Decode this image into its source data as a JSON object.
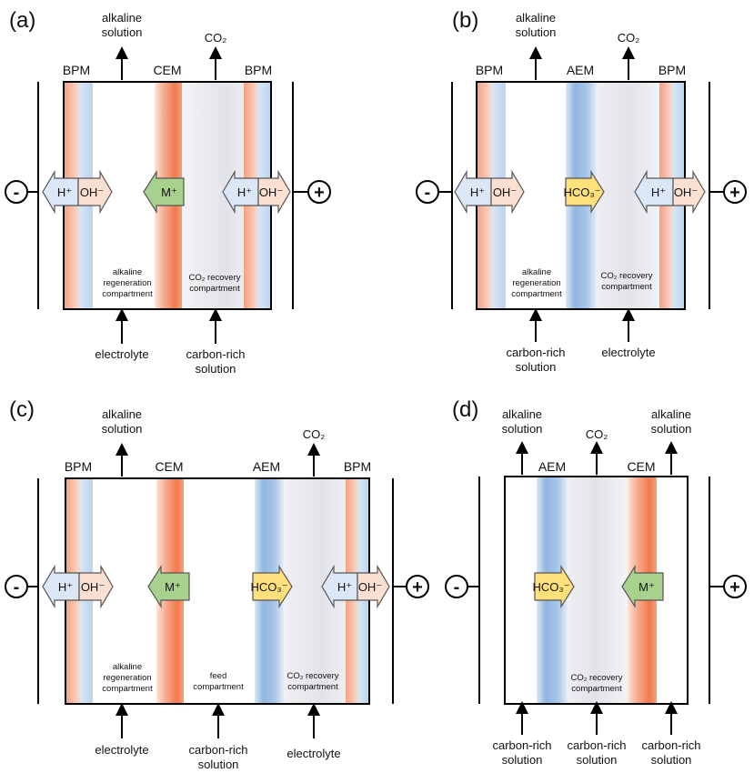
{
  "colors": {
    "bpm_red": "#f4a58a",
    "bpm_blue": "#c9ddf2",
    "cem": "#f27a4d",
    "aem": "#8fb6e0",
    "proton_fill": "#dbe7f6",
    "hydroxide_fill": "#fbe0d2",
    "cation_fill": "#a9d18e",
    "bicarbonate_fill": "#ffe07a"
  },
  "icons": {
    "cathode": "minus-electrode-icon",
    "anode": "plus-electrode-icon"
  },
  "panels": [
    {
      "label": "(a)",
      "membranes": [
        "BPM",
        "CEM",
        "BPM"
      ],
      "outputs": [
        {
          "lines": [
            "alkaline",
            "solution"
          ]
        },
        {
          "lines": [
            "CO₂"
          ]
        }
      ],
      "inputs": [
        {
          "lines": [
            "electrolyte"
          ]
        },
        {
          "lines": [
            "carbon-rich",
            "solution"
          ]
        }
      ],
      "compartments": [
        {
          "lines": [
            "alkaline",
            "regeneration",
            "compartment"
          ]
        },
        {
          "lines": [
            "CO₂ recovery",
            "compartment"
          ]
        }
      ],
      "ions": [
        "H⁺",
        "OH⁻",
        "M⁺",
        "H⁺",
        "OH⁻"
      ]
    },
    {
      "label": "(b)",
      "membranes": [
        "BPM",
        "AEM",
        "BPM"
      ],
      "outputs": [
        {
          "lines": [
            "alkaline",
            "solution"
          ]
        },
        {
          "lines": [
            "CO₂"
          ]
        }
      ],
      "inputs": [
        {
          "lines": [
            "carbon-rich",
            "solution"
          ]
        },
        {
          "lines": [
            "electrolyte"
          ]
        }
      ],
      "compartments": [
        {
          "lines": [
            "alkaline",
            "regeneration",
            "compartment"
          ]
        },
        {
          "lines": [
            "CO₂ recovery",
            "compartment"
          ]
        }
      ],
      "ions": [
        "H⁺",
        "OH⁻",
        "HCO₃⁻",
        "H⁺",
        "OH⁻"
      ]
    },
    {
      "label": "(c)",
      "membranes": [
        "BPM",
        "CEM",
        "AEM",
        "BPM"
      ],
      "outputs": [
        {
          "lines": [
            "alkaline",
            "solution"
          ]
        },
        {
          "lines": [
            "CO₂"
          ]
        }
      ],
      "inputs": [
        {
          "lines": [
            "electrolyte"
          ]
        },
        {
          "lines": [
            "carbon-rich",
            "solution"
          ]
        },
        {
          "lines": [
            "electrolyte"
          ]
        }
      ],
      "compartments": [
        {
          "lines": [
            "alkaline",
            "regeneration",
            "compartment"
          ]
        },
        {
          "lines": [
            "feed",
            "compartment"
          ]
        },
        {
          "lines": [
            "CO₂ recovery",
            "compartment"
          ]
        }
      ],
      "ions": [
        "H⁺",
        "OH⁻",
        "M⁺",
        "HCO₃⁻",
        "H⁺",
        "OH⁻"
      ]
    },
    {
      "label": "(d)",
      "membranes": [
        "AEM",
        "CEM"
      ],
      "outputs": [
        {
          "lines": [
            "alkaline",
            "solution"
          ]
        },
        {
          "lines": [
            "CO₂"
          ]
        },
        {
          "lines": [
            "alkaline",
            "solution"
          ]
        }
      ],
      "inputs": [
        {
          "lines": [
            "carbon-rich",
            "solution"
          ]
        },
        {
          "lines": [
            "carbon-rich",
            "solution"
          ]
        },
        {
          "lines": [
            "carbon-rich",
            "solution"
          ]
        }
      ],
      "compartments": [
        {
          "lines": [
            "CO₂ recovery",
            "compartment"
          ]
        }
      ],
      "ions": [
        "HCO₃⁻",
        "M⁺"
      ]
    }
  ],
  "electrodes": {
    "cathode": "-",
    "anode": "+"
  }
}
